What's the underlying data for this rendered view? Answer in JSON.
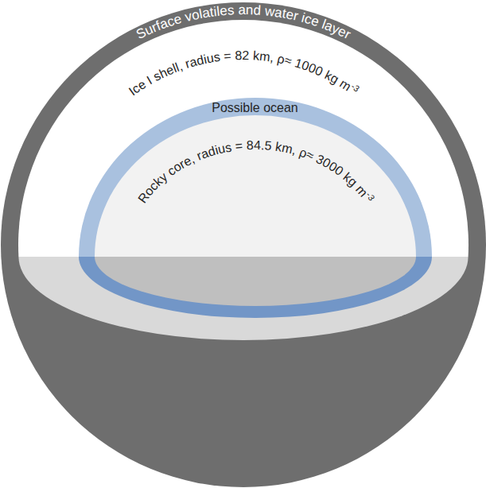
{
  "diagram": {
    "nodes": [
      {
        "text": [
          "Surface volatiles and water ice layer"
        ]
      },
      {
        "text": [
          "Ice I shell, radius = 82 km, ρ≈ 1000 kg m-3"
        ],
        "in": 0
      },
      {
        "text": [
          "Possible ocean"
        ],
        "in": 1
      },
      {
        "text": [
          "Rocky core, radius = 84.5 km, ρ≈ 3000 kg m-3"
        ],
        "in": 2
      }
    ]
  }
}
